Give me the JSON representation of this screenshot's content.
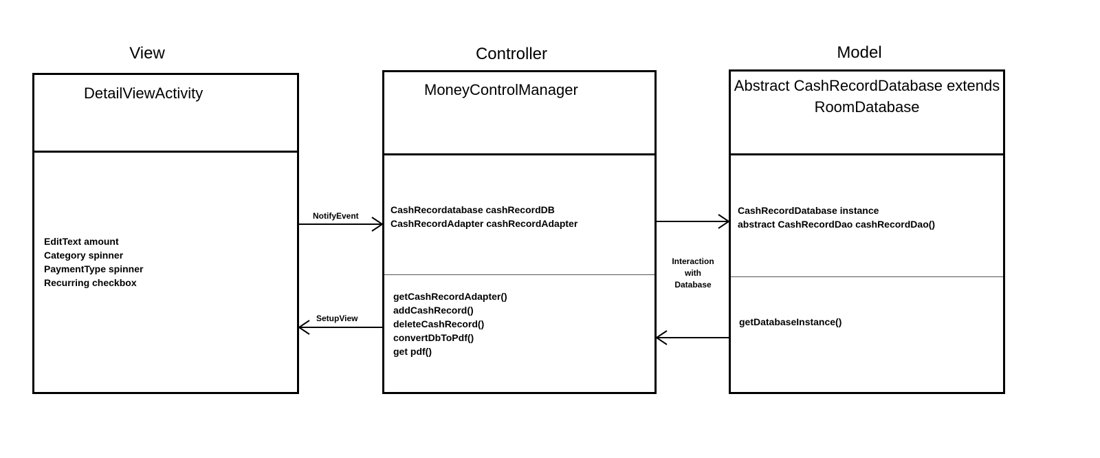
{
  "headings": {
    "view": "View",
    "controller": "Controller",
    "model": "Model"
  },
  "view_class": {
    "title": "DetailViewActivity",
    "attributes": [
      "EditText amount",
      "Category spinner",
      "PaymentType spinner",
      "Recurring checkbox"
    ]
  },
  "controller_class": {
    "title": "MoneyControlManager",
    "attributes": [
      "CashRecordatabase cashRecordDB",
      "CashRecordAdapter cashRecordAdapter"
    ],
    "methods": [
      "getCashRecordAdapter()",
      "addCashRecord()",
      "deleteCashRecord()",
      "convertDbToPdf()",
      "get pdf()"
    ]
  },
  "model_class": {
    "title_line1": "Abstract CashRecordDatabase extends",
    "title_line2": "RoomDatabase",
    "attributes": [
      "CashRecordDatabase instance",
      "abstract CashRecordDao cashRecordDao()"
    ],
    "methods": [
      "getDatabaseInstance()"
    ]
  },
  "arrows": {
    "notify_event": "NotifyEvent",
    "setup_view": "SetupView",
    "interaction_line1": "Interaction",
    "interaction_line2": "with",
    "interaction_line3": "Database"
  }
}
